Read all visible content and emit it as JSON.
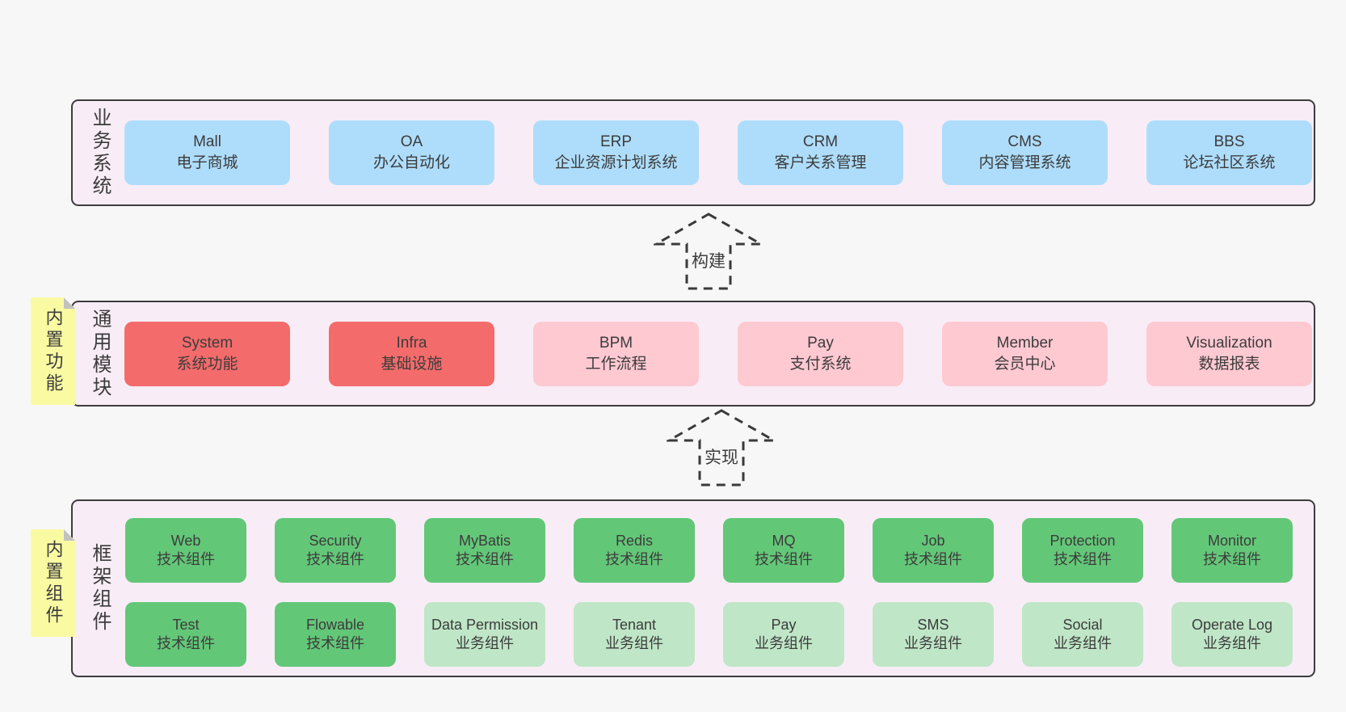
{
  "colors": {
    "page_bg": "#f7f7f7",
    "band_bg": "#f8edf6",
    "band_border": "#3d3d3d",
    "box_blue": "#aeddfb",
    "box_red": "#f46b6b",
    "box_pink": "#ffc9d2",
    "box_green": "#63c778",
    "box_light_green": "#bfe6c7",
    "sticky_yellow": "#fafaa3",
    "sticky_fold_gray": "#c2c2c2",
    "text": "#3c3c3c"
  },
  "arrows": [
    {
      "label": "构建"
    },
    {
      "label": "实现"
    }
  ],
  "bands": {
    "business": {
      "label": "业务系统",
      "boxes": [
        {
          "name": "Mall",
          "desc": "电子商城"
        },
        {
          "name": "OA",
          "desc": "办公自动化"
        },
        {
          "name": "ERP",
          "desc": "企业资源计划系统"
        },
        {
          "name": "CRM",
          "desc": "客户关系管理"
        },
        {
          "name": "CMS",
          "desc": "内容管理系统"
        },
        {
          "name": "BBS",
          "desc": "论坛社区系统"
        }
      ]
    },
    "modules": {
      "label": "通用模块",
      "sticky": "内置功能",
      "boxes": [
        {
          "name": "System",
          "desc": "系统功能"
        },
        {
          "name": "Infra",
          "desc": "基础设施"
        },
        {
          "name": "BPM",
          "desc": "工作流程"
        },
        {
          "name": "Pay",
          "desc": "支付系统"
        },
        {
          "name": "Member",
          "desc": "会员中心"
        },
        {
          "name": "Visualization",
          "desc": "数据报表"
        }
      ]
    },
    "components": {
      "label": "框架组件",
      "sticky": "内置组件",
      "row1": [
        {
          "name": "Web",
          "desc": "技术组件"
        },
        {
          "name": "Security",
          "desc": "技术组件"
        },
        {
          "name": "MyBatis",
          "desc": "技术组件"
        },
        {
          "name": "Redis",
          "desc": "技术组件"
        },
        {
          "name": "MQ",
          "desc": "技术组件"
        },
        {
          "name": "Job",
          "desc": "技术组件"
        },
        {
          "name": "Protection",
          "desc": "技术组件"
        },
        {
          "name": "Monitor",
          "desc": "技术组件"
        }
      ],
      "row2": [
        {
          "name": "Test",
          "desc": "技术组件"
        },
        {
          "name": "Flowable",
          "desc": "技术组件"
        },
        {
          "name": "Data Permission",
          "desc": "业务组件"
        },
        {
          "name": "Tenant",
          "desc": "业务组件"
        },
        {
          "name": "Pay",
          "desc": "业务组件"
        },
        {
          "name": "SMS",
          "desc": "业务组件"
        },
        {
          "name": "Social",
          "desc": "业务组件"
        },
        {
          "name": "Operate Log",
          "desc": "业务组件"
        }
      ]
    }
  }
}
